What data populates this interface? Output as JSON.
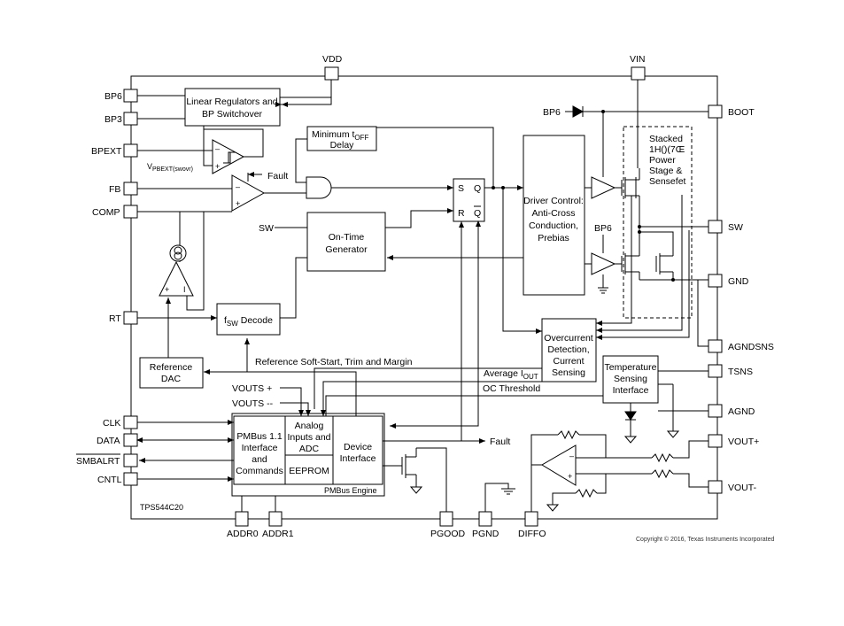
{
  "part_number": "TPS544C20",
  "copyright": "Copyright © 2016, Texas Instruments Incorporated",
  "pins": {
    "left": [
      "BP6",
      "BP3",
      "BPEXT",
      "FB",
      "COMP",
      "RT",
      "CLK",
      "DATA",
      "SMBALRT",
      "CNTL"
    ],
    "top": [
      "VDD",
      "VIN"
    ],
    "right": [
      "BOOT",
      "SW",
      "GND",
      "AGNDSNS",
      "TSNS",
      "AGND",
      "VOUT+",
      "VOUT-"
    ],
    "bottom": [
      "ADDR0",
      "ADDR1",
      "PGOOD",
      "PGND",
      "DIFFO"
    ]
  },
  "blocks": {
    "linreg": [
      "Linear Regulators and",
      "BP Switchover"
    ],
    "min_toff": [
      "Minimum t",
      "OFF",
      "Delay"
    ],
    "driver": [
      "Driver Control:",
      "Anti-Cross",
      "Conduction,",
      "Prebias"
    ],
    "ontime": [
      "On-Time",
      "Generator"
    ],
    "fsw_decode": [
      "f",
      "SW",
      " Decode"
    ],
    "ref_dac": [
      "Reference",
      "DAC"
    ],
    "overcurrent": [
      "Overcurrent",
      "Detection,",
      "Current",
      "Sensing"
    ],
    "temp": [
      "Temperature",
      "Sensing",
      "Interface"
    ],
    "pmbus_if": [
      "PMBus 1.1",
      "Interface",
      "and",
      "Commands"
    ],
    "analog": [
      "Analog",
      "Inputs and",
      "ADC"
    ],
    "eeprom": "EEPROM",
    "device_if": [
      "Device",
      "Interface"
    ],
    "pmbus_engine": "PMBus Engine",
    "power_stage": [
      "Stacked",
      "1H()(7Œ",
      "Power",
      "Stage &",
      "Sensefet"
    ]
  },
  "labels": {
    "latch_s": "S",
    "latch_q": "Q",
    "latch_r": "R",
    "latch_qbar": "Q",
    "fault_top": "Fault",
    "fault_bottom": "Fault",
    "sw_in": "SW",
    "bp6_boot": "BP6",
    "bp6_lower": "BP6",
    "vpbext": [
      "V",
      "PBEXT(swovr)"
    ],
    "ref_softstart": "Reference Soft-Start, Trim and Margin",
    "avg_iout": [
      "Average I",
      "OUT"
    ],
    "oc_threshold": "OC Threshold",
    "vouts_plus": "VOUTS +",
    "vouts_minus": "VOUTS --",
    "plus": "+",
    "minus": "–",
    "ota_plus": "+",
    "ota_minus": "I"
  }
}
